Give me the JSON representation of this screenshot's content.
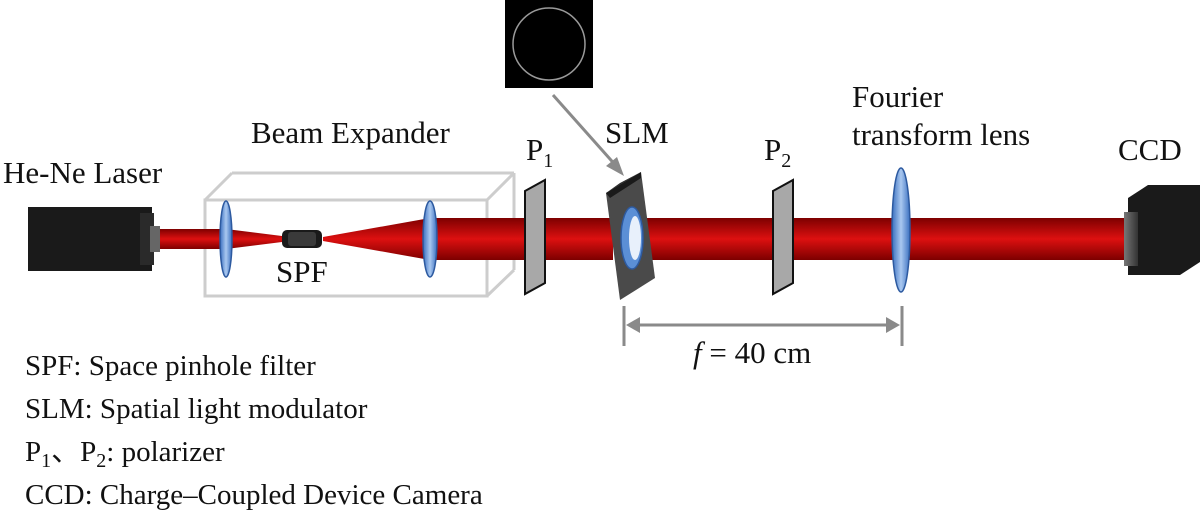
{
  "labels": {
    "laser": "He-Ne Laser",
    "expander": "Beam Expander",
    "spf": "SPF",
    "p1_main": "P",
    "p1_sub": "1",
    "slm": "SLM",
    "p2_main": "P",
    "p2_sub": "2",
    "lens_line1": "Fourier",
    "lens_line2": "transform lens",
    "ccd": "CCD",
    "focal_var": "f",
    "focal_value": " = 40 cm"
  },
  "legend": {
    "spf": "SPF: Space pinhole filter",
    "slm": "SLM: Spatial light modulator",
    "pol_p1": "P",
    "pol_sub1": "1",
    "pol_sep": "、P",
    "pol_sub2": "2",
    "pol_text": ": polarizer",
    "ccd": "CCD: Charge–Coupled Device Camera"
  },
  "colors": {
    "beam": "#c80000",
    "lens": "#5b8fd6",
    "device": "#1a1a1a",
    "housing": "#cccccc",
    "arrow": "#8a8a8a"
  }
}
